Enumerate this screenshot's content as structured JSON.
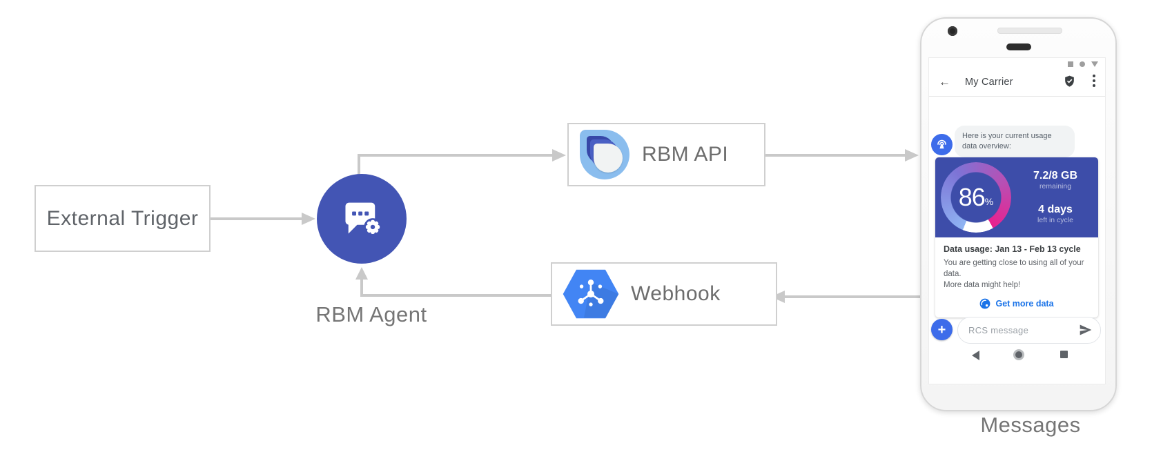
{
  "diagram": {
    "external_trigger_label": "External Trigger",
    "rbm_agent_label": "RBM Agent",
    "rbm_api_label": "RBM API",
    "webhook_label": "Webhook",
    "messages_label": "Messages"
  },
  "phone": {
    "header": {
      "title": "My Carrier"
    },
    "chat": {
      "agent_message_line1": "Here is your current usage",
      "agent_message_line2": "data overview:"
    },
    "usage_card": {
      "percent_value": "86",
      "percent_sign": "%",
      "remaining_value": "7.2/8 GB",
      "remaining_label": "remaining",
      "days_value": "4 days",
      "days_label": "left in cycle",
      "title": "Data usage: Jan 13 - Feb 13 cycle",
      "body_line1": "You are getting close to using all of your data.",
      "body_line2": "More data might help!",
      "action_label": "Get more data"
    },
    "compose": {
      "placeholder": "RCS message"
    }
  },
  "colors": {
    "agent_circle": "#4355b4",
    "usage_card_bg": "#3d4da9",
    "avatar_blue": "#3d6cea",
    "link_blue": "#1a73e8",
    "webhook_blue": "#4285f4",
    "rbm_logo_light": "#8abdee",
    "rbm_logo_dark": "#3747a8",
    "arrow_gray": "#c9c9c9",
    "gauge_gradient": [
      "#8fb4f3",
      "#7d74d6",
      "#b84fb4",
      "#e8218e"
    ],
    "gauge_remainder": "#ffffff"
  }
}
